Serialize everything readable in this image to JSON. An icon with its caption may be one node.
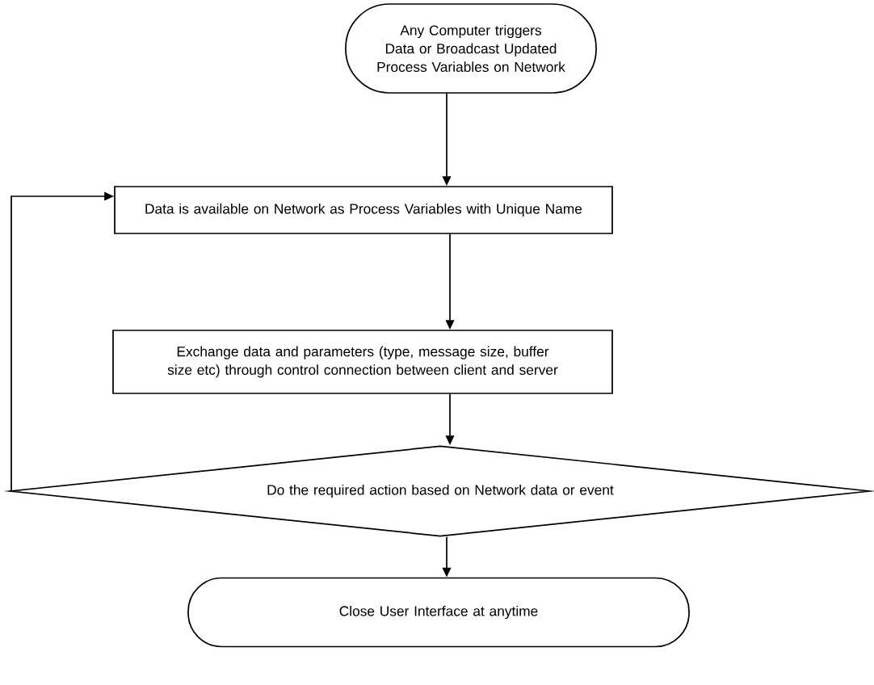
{
  "diagram": {
    "nodes": [
      {
        "text": [
          "Any Computer triggers Data or Broadcast Updated Process Variables on Network"
        ]
      },
      {
        "text": [
          "Data is available on Network as Process Variables with Unique Name"
        ]
      },
      {
        "text": [
          "Exchange data and parameters (type, message size, buffer size etc) through control connection between client and server"
        ]
      },
      {
        "text": [
          "Do the required action based on Network data or event"
        ]
      },
      {
        "text": [
          "Close User Interface at anytime"
        ]
      }
    ],
    "edges": [
      {
        "from": 0,
        "to": 1,
        "arrow": "to"
      },
      {
        "from": 1,
        "to": 2,
        "arrow": "to"
      },
      {
        "from": 2,
        "to": 3,
        "arrow": "to"
      },
      {
        "from": 3,
        "to": 4,
        "arrow": "to"
      },
      {
        "from": 3,
        "to": 1,
        "arrow": "to"
      }
    ]
  }
}
